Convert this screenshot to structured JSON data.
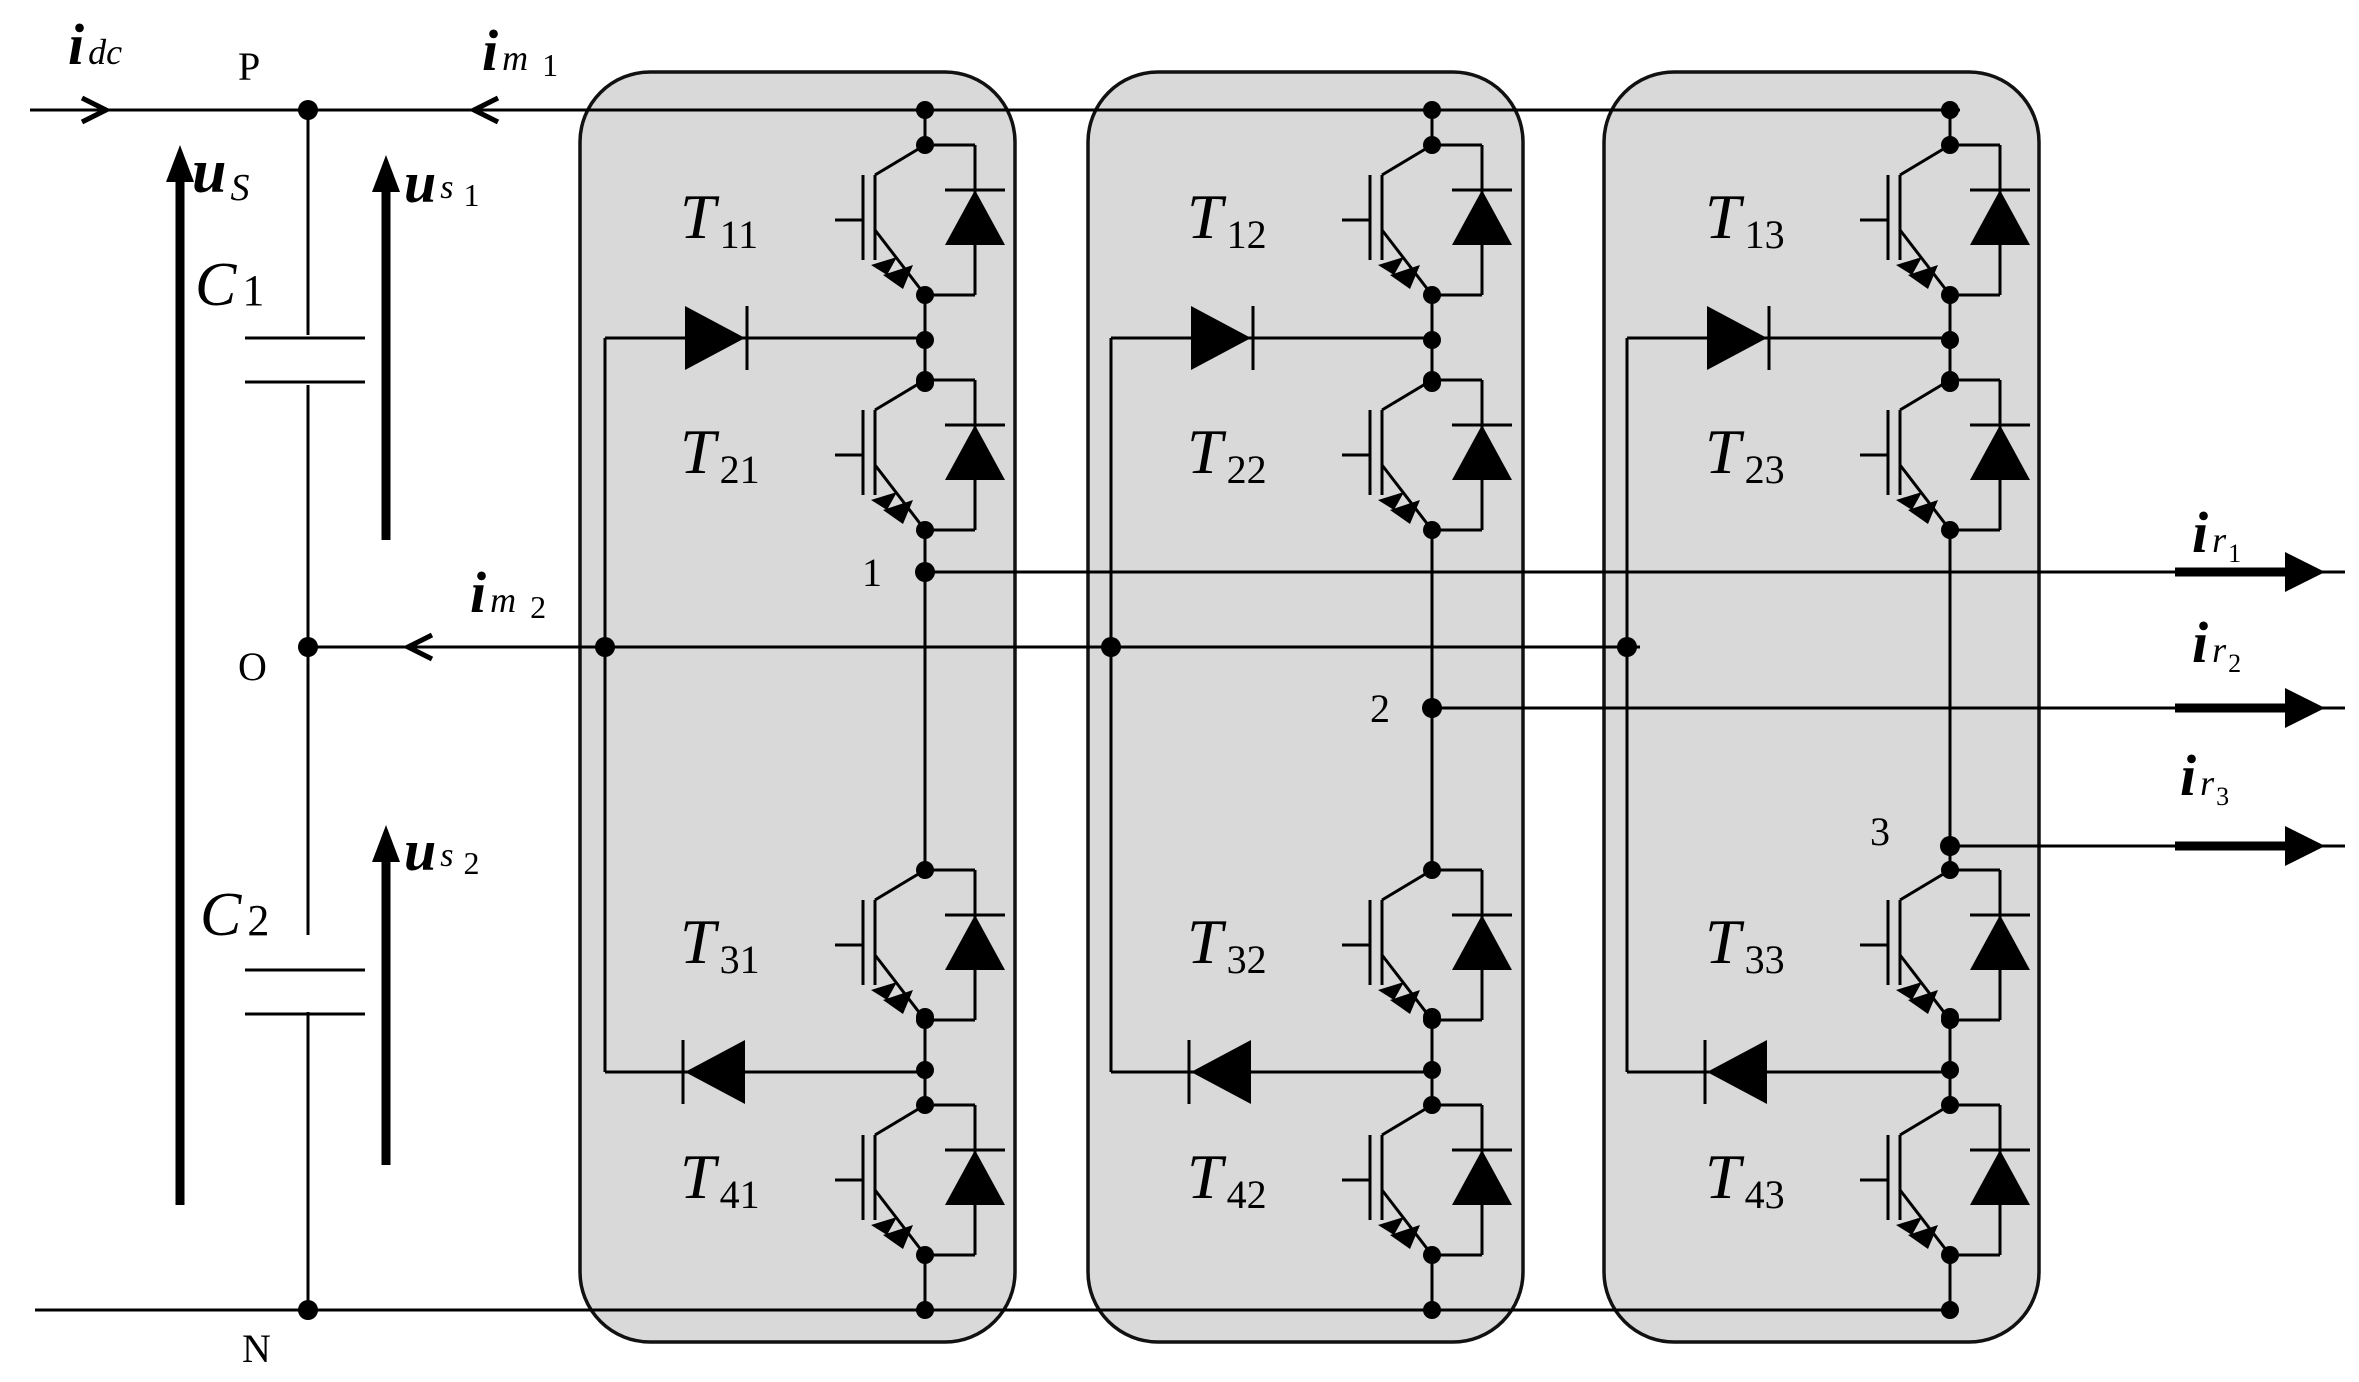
{
  "nodes": {
    "p": "P",
    "o": "O",
    "n": "N",
    "n1": "1",
    "n2": "2",
    "n3": "3"
  },
  "currents": {
    "idc": {
      "main": "i",
      "sub": "dc"
    },
    "im1": {
      "main": "i",
      "sub": "m",
      "idx": "1"
    },
    "im2": {
      "main": "i",
      "sub": "m",
      "idx": "2"
    },
    "ir1": {
      "main": "i",
      "sub": "r",
      "idx": "1"
    },
    "ir2": {
      "main": "i",
      "sub": "r",
      "idx": "2"
    },
    "ir3": {
      "main": "i",
      "sub": "r",
      "idx": "3"
    }
  },
  "voltages": {
    "us": {
      "main": "u",
      "sub": "S",
      "idx": ""
    },
    "us1": {
      "main": "u",
      "sub": "s",
      "idx": "1"
    },
    "us2": {
      "main": "u",
      "sub": "s",
      "idx": "2"
    }
  },
  "capacitors": [
    {
      "main": "C",
      "idx": "1"
    },
    {
      "main": "C",
      "idx": "2"
    }
  ],
  "switches": [
    [
      {
        "main": "T",
        "idx": "11"
      },
      {
        "main": "T",
        "idx": "21"
      },
      {
        "main": "T",
        "idx": "31"
      },
      {
        "main": "T",
        "idx": "41"
      }
    ],
    [
      {
        "main": "T",
        "idx": "12"
      },
      {
        "main": "T",
        "idx": "22"
      },
      {
        "main": "T",
        "idx": "32"
      },
      {
        "main": "T",
        "idx": "42"
      }
    ],
    [
      {
        "main": "T",
        "idx": "13"
      },
      {
        "main": "T",
        "idx": "23"
      },
      {
        "main": "T",
        "idx": "33"
      },
      {
        "main": "T",
        "idx": "43"
      }
    ]
  ],
  "colors": {
    "module_fill": "#d9d9d9",
    "line": "#000000",
    "background": "#ffffff"
  }
}
